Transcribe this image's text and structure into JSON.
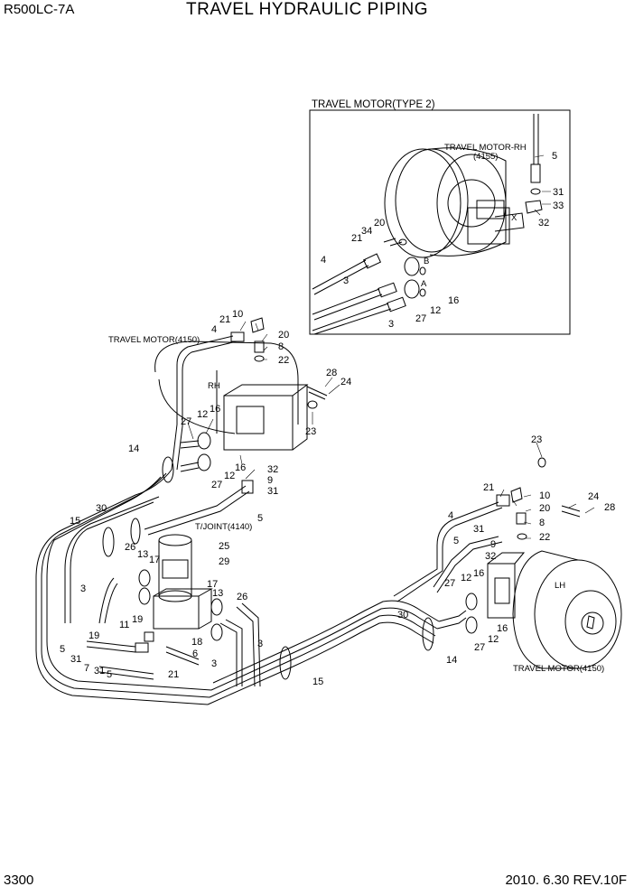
{
  "header": {
    "model": "R500LC-7A",
    "title": "TRAVEL HYDRAULIC PIPING"
  },
  "footer": {
    "page": "3300",
    "revision": "2010. 6.30  REV.10F"
  },
  "inset": {
    "title": "TRAVEL MOTOR(TYPE 2)",
    "motor_label": "TRAVEL MOTOR-RH",
    "motor_code": "(4155)",
    "port_labels": [
      "A",
      "B",
      "X"
    ],
    "callouts": [
      "5",
      "31",
      "33",
      "32",
      "20",
      "34",
      "21",
      "4",
      "3",
      "16",
      "12",
      "27",
      "3"
    ]
  },
  "main": {
    "travel_motor_rh_label": "TRAVEL MOTOR(4150)",
    "travel_motor_lh_label": "TRAVEL MOTOR(4150)",
    "tjoint_label": "T/JOINT(4140)",
    "side_rh": "RH",
    "side_lh": "LH",
    "callouts_rh_motor": [
      "4",
      "21",
      "10",
      "20",
      "8",
      "22",
      "28",
      "24",
      "23",
      "16",
      "12",
      "27",
      "16",
      "12",
      "27",
      "32",
      "9",
      "31",
      "5"
    ],
    "callouts_left": [
      "14",
      "30",
      "15",
      "26",
      "13",
      "17",
      "3",
      "25",
      "29",
      "17",
      "13",
      "26",
      "11",
      "19",
      "18",
      "6",
      "5",
      "31",
      "7",
      "31",
      "5",
      "19",
      "21",
      "3",
      "3",
      "15"
    ],
    "callouts_lh_motor": [
      "23",
      "21",
      "10",
      "20",
      "8",
      "22",
      "24",
      "28",
      "4",
      "31",
      "5",
      "9",
      "32",
      "27",
      "12",
      "16",
      "16",
      "12",
      "27",
      "30",
      "14"
    ]
  }
}
